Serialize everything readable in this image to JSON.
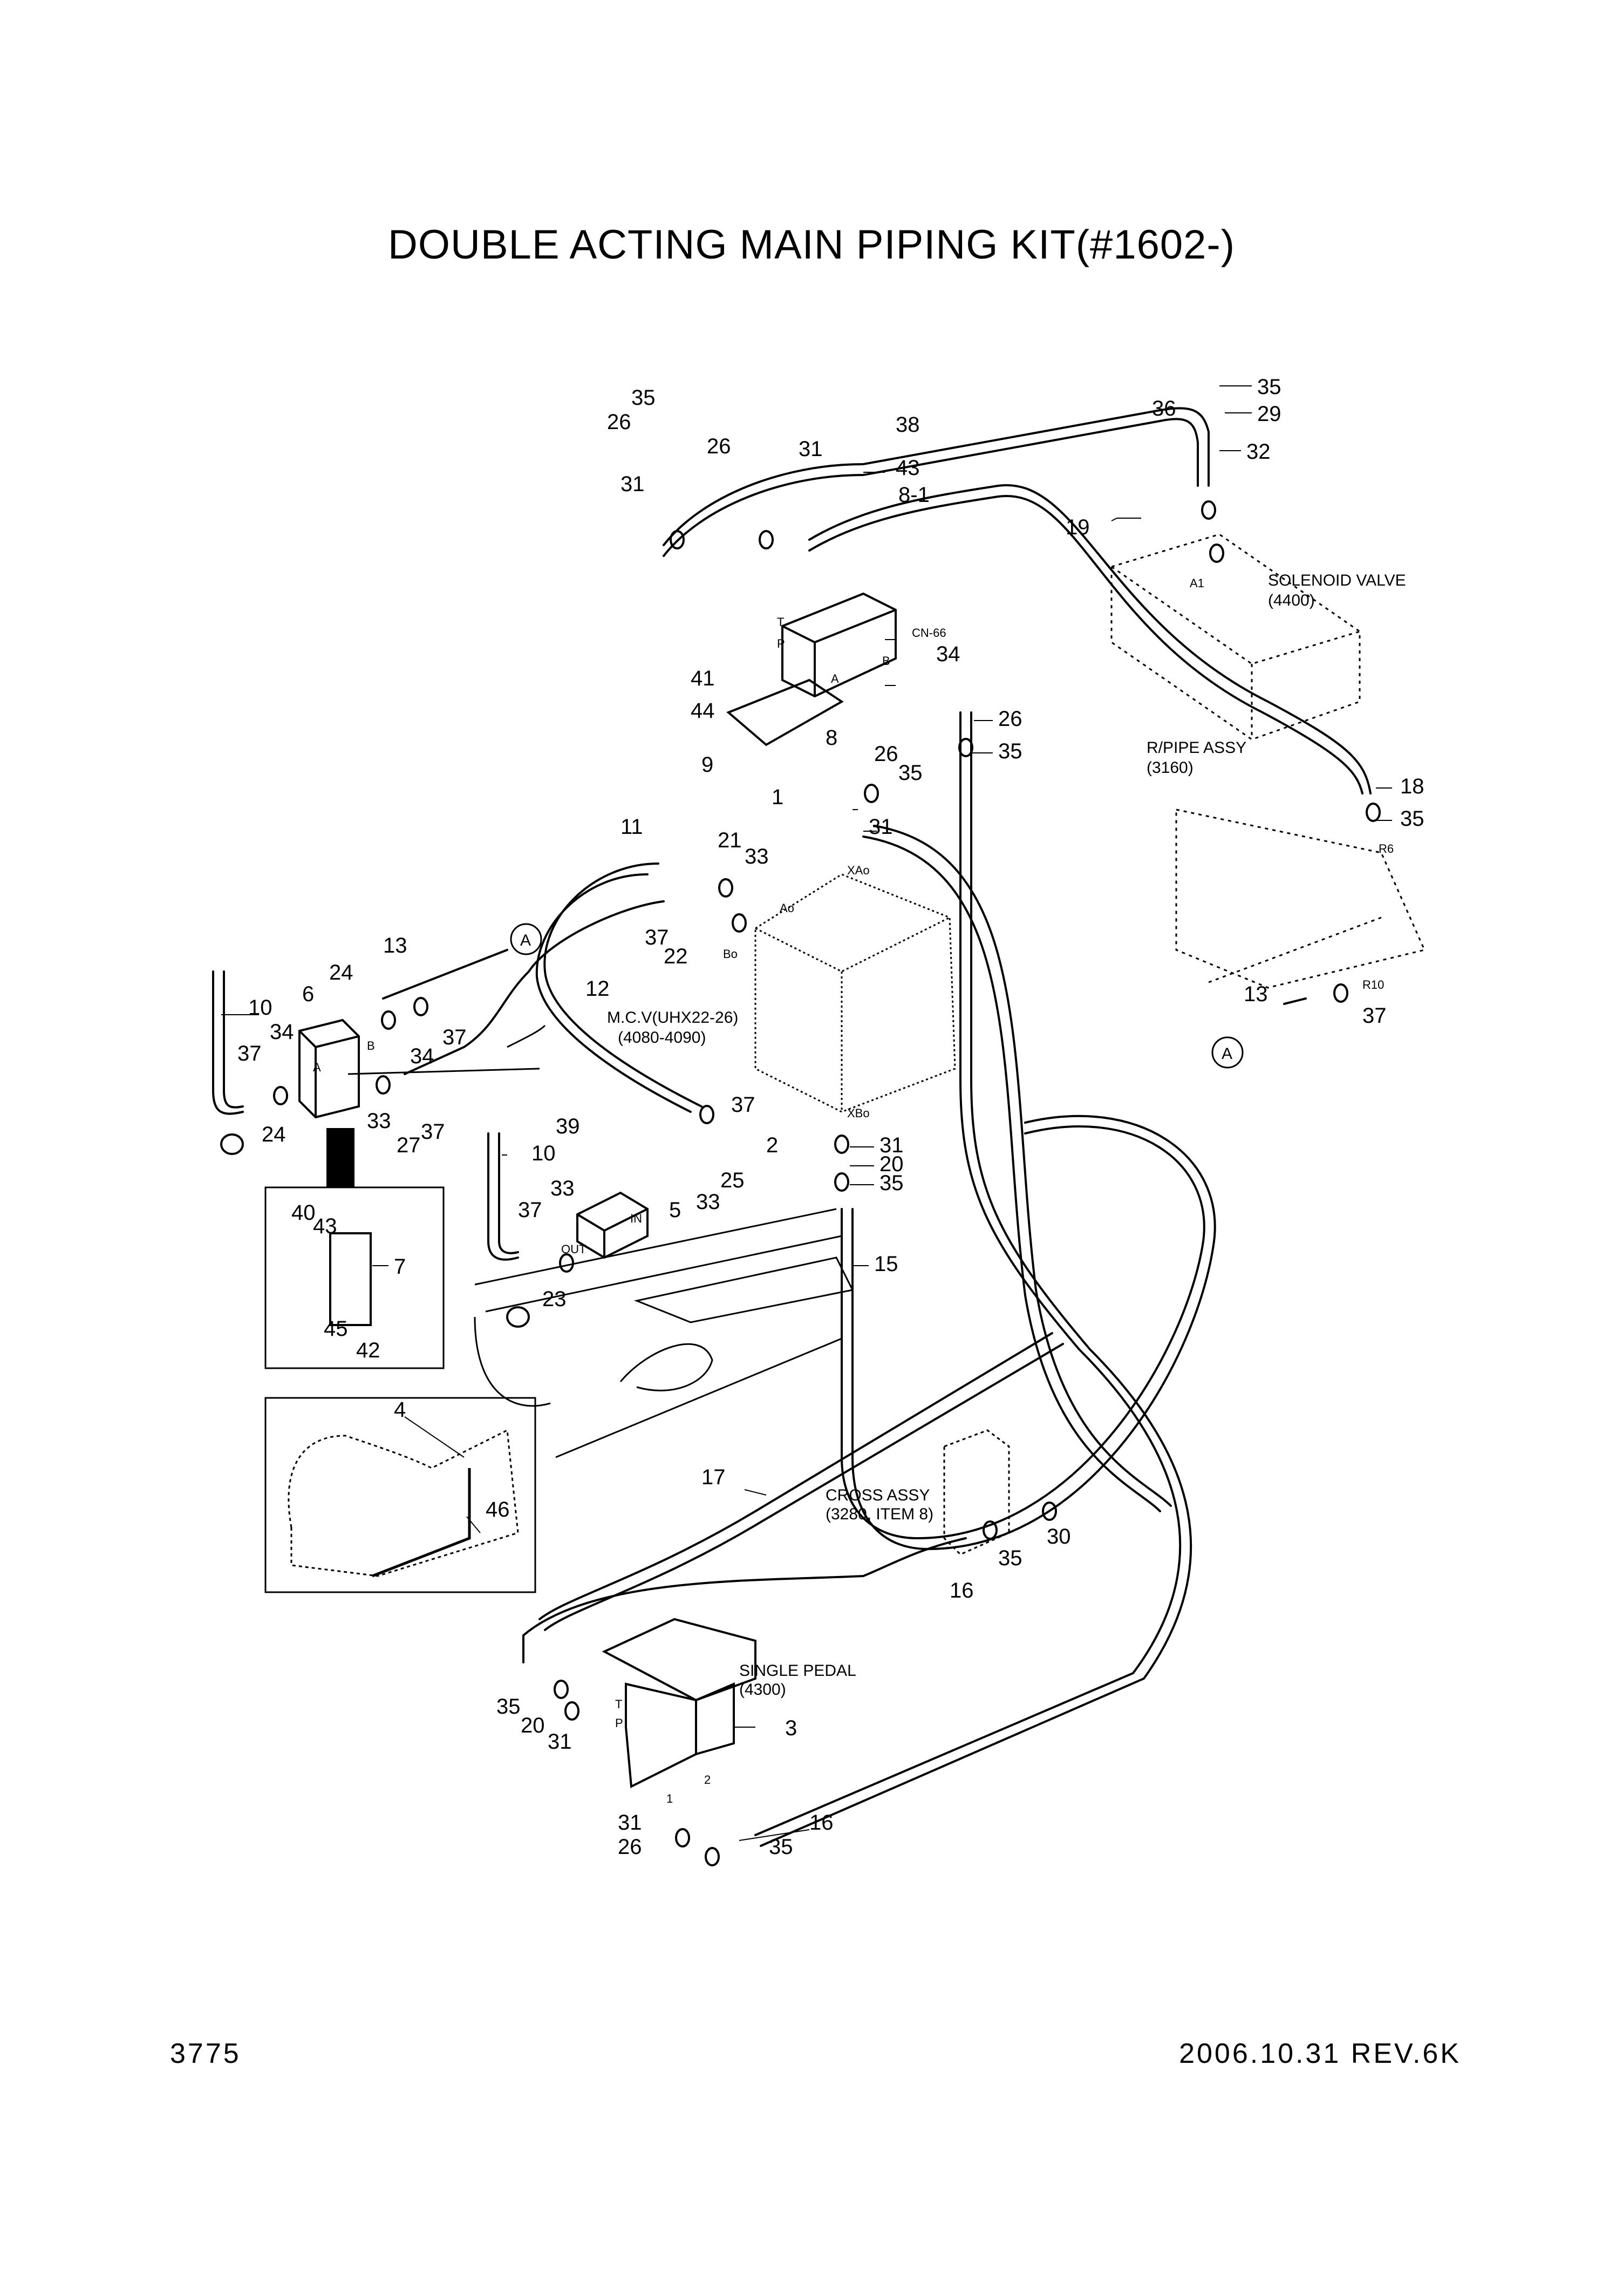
{
  "title": "DOUBLE ACTING MAIN PIPING KIT(#1602-)",
  "footer": {
    "page_number": "3775",
    "revision": "2006.10.31  REV.6K"
  },
  "assembly_labels": {
    "solenoid_valve": "SOLENOID VALVE",
    "solenoid_valve_ref": "(4400)",
    "rpipe_assy": "R/PIPE ASSY",
    "rpipe_assy_ref": "(3160)",
    "mcv": "M.C.V(UHX22-26)",
    "mcv_ref": "(4080-4090)",
    "cross_assy": "CROSS ASSY",
    "cross_assy_ref": "(3280, ITEM 8)",
    "single_pedal": "SINGLE PEDAL",
    "single_pedal_ref": "(4300)"
  },
  "port_labels": {
    "cn66": "CN-66",
    "a1": "A1",
    "r6": "R6",
    "r10": "R10",
    "xao": "XAo",
    "xbo": "XBo",
    "ao": "Ao",
    "bo": "Bo",
    "in": "IN",
    "out": "OUT",
    "a": "A",
    "b": "B",
    "t": "T",
    "p": "P",
    "port1": "1",
    "port2": "2"
  },
  "connector_mark": "A",
  "callouts": [
    "35",
    "29",
    "36",
    "32",
    "19",
    "35",
    "26",
    "38",
    "31",
    "26",
    "43",
    "8-1",
    "31",
    "41",
    "44",
    "34",
    "26",
    "9",
    "8",
    "35",
    "18",
    "35",
    "26",
    "35",
    "1",
    "31",
    "11",
    "21",
    "33",
    "37",
    "22",
    "13",
    "24",
    "10",
    "6",
    "37",
    "34",
    "34",
    "37",
    "33",
    "27",
    "37",
    "24",
    "39",
    "10",
    "2",
    "31",
    "20",
    "35",
    "37",
    "25",
    "33",
    "5",
    "33",
    "37",
    "23",
    "15",
    "40",
    "43",
    "7",
    "45",
    "42",
    "4",
    "46",
    "17",
    "30",
    "35",
    "16",
    "13",
    "37",
    "12",
    "3",
    "35",
    "20",
    "31",
    "31",
    "26",
    "35",
    "16"
  ]
}
